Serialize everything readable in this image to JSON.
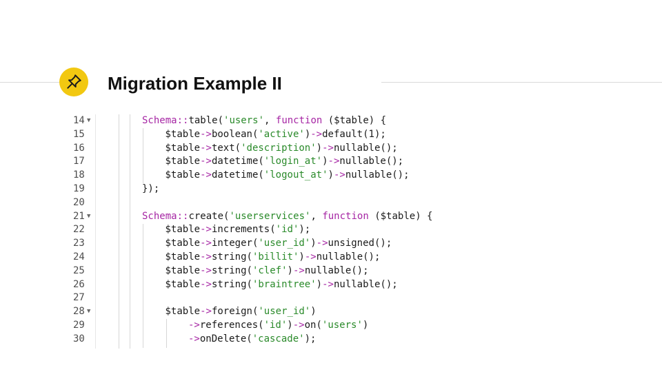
{
  "slide": {
    "title": "Migration Example II",
    "pin_icon": "pushpin-icon",
    "accent_color": "#f2c811"
  },
  "code": {
    "lines": [
      {
        "n": "14",
        "fold": true,
        "indent": 0,
        "text": "Schema::table('users', function ($table) {"
      },
      {
        "n": "15",
        "fold": false,
        "indent": 1,
        "text": "$table->boolean('active')->default(1);"
      },
      {
        "n": "16",
        "fold": false,
        "indent": 1,
        "text": "$table->text('description')->nullable();"
      },
      {
        "n": "17",
        "fold": false,
        "indent": 1,
        "text": "$table->datetime('login_at')->nullable();"
      },
      {
        "n": "18",
        "fold": false,
        "indent": 1,
        "text": "$table->datetime('logout_at')->nullable();"
      },
      {
        "n": "19",
        "fold": false,
        "indent": 0,
        "text": "});"
      },
      {
        "n": "20",
        "fold": false,
        "indent": 0,
        "text": ""
      },
      {
        "n": "21",
        "fold": true,
        "indent": 0,
        "text": "Schema::create('userservices', function ($table) {"
      },
      {
        "n": "22",
        "fold": false,
        "indent": 1,
        "text": "$table->increments('id');"
      },
      {
        "n": "23",
        "fold": false,
        "indent": 1,
        "text": "$table->integer('user_id')->unsigned();"
      },
      {
        "n": "24",
        "fold": false,
        "indent": 1,
        "text": "$table->string('billit')->nullable();"
      },
      {
        "n": "25",
        "fold": false,
        "indent": 1,
        "text": "$table->string('clef')->nullable();"
      },
      {
        "n": "26",
        "fold": false,
        "indent": 1,
        "text": "$table->string('braintree')->nullable();"
      },
      {
        "n": "27",
        "fold": false,
        "indent": 0,
        "text": ""
      },
      {
        "n": "28",
        "fold": true,
        "indent": 1,
        "text": "$table->foreign('user_id')"
      },
      {
        "n": "29",
        "fold": false,
        "indent": 2,
        "text": "->references('id')->on('users')"
      },
      {
        "n": "30",
        "fold": false,
        "indent": 2,
        "text": "->onDelete('cascade');"
      }
    ]
  }
}
